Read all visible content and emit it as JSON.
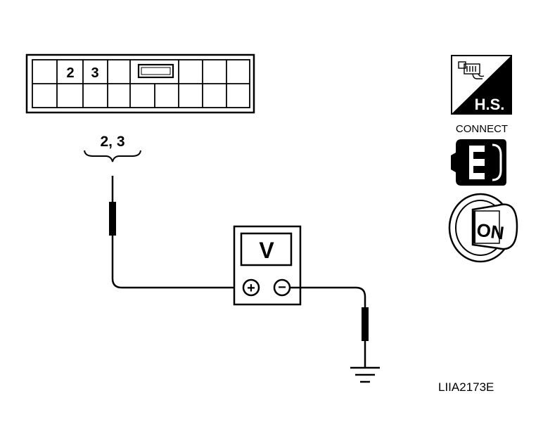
{
  "connector": {
    "pin_labels": [
      "2",
      "3"
    ]
  },
  "probe_label": "2, 3",
  "meter": {
    "display": "V",
    "positive_symbol": "+",
    "negative_symbol": "−"
  },
  "badges": {
    "harness_side": "H.S.",
    "connect_label": "CONNECT",
    "ignition_label": "ON"
  },
  "figure_code": "LIIA2173E",
  "colors": {
    "ink": "#000000",
    "paper": "#ffffff"
  }
}
